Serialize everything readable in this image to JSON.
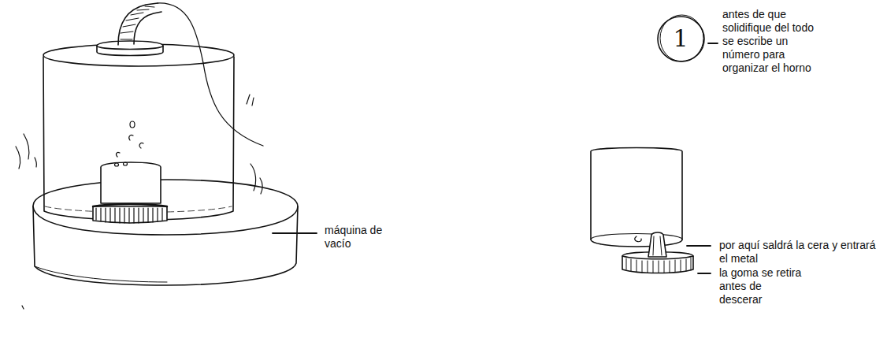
{
  "diagram": {
    "nodes": [
      {
        "text": [
          "1"
        ]
      }
    ],
    "labels": [
      "máquina de vacío",
      "antes de que solidifique del todo se escribe un número para organizar el horno",
      "por aquí saldrá la cera y entrará el metal",
      "la goma se retira antes de descerar"
    ]
  }
}
